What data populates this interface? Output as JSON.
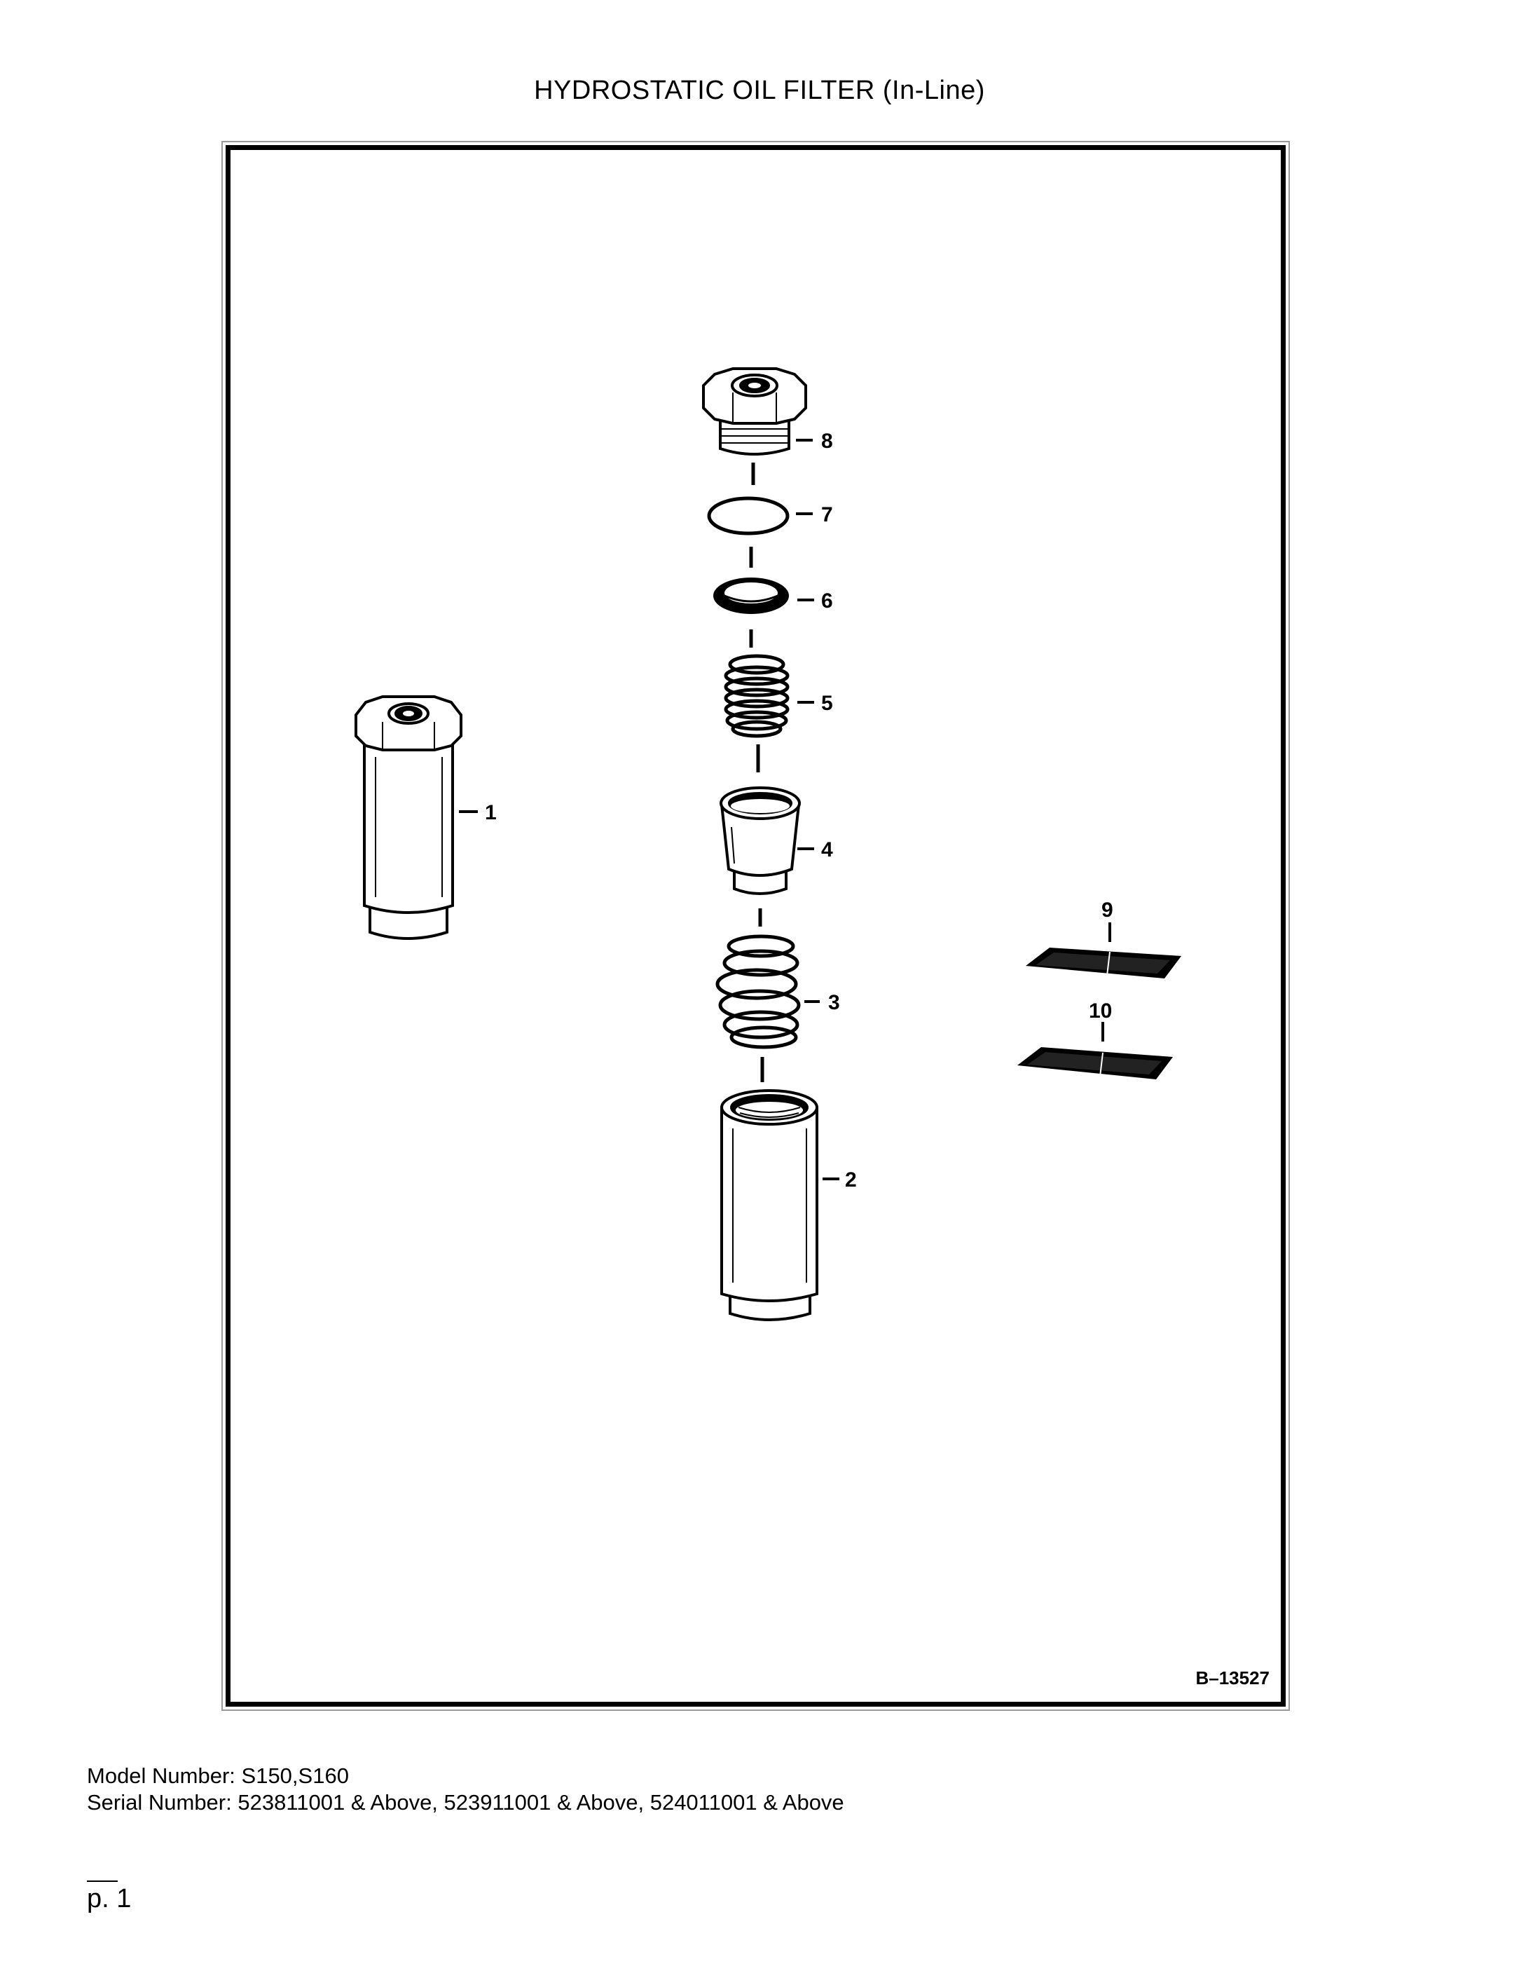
{
  "document": {
    "title": "HYDROSTATIC OIL FILTER (In-Line)",
    "figure_number": "B–13527",
    "model_line": "Model Number: S150,S160",
    "serial_line": "Serial Number: 523811001 & Above, 523911001 & Above, 524011001 & Above",
    "page_label": "p. 1"
  },
  "callouts": {
    "c1": "1",
    "c2": "2",
    "c3": "3",
    "c4": "4",
    "c5": "5",
    "c6": "6",
    "c7": "7",
    "c8": "8",
    "c9": "9",
    "c10": "10"
  }
}
